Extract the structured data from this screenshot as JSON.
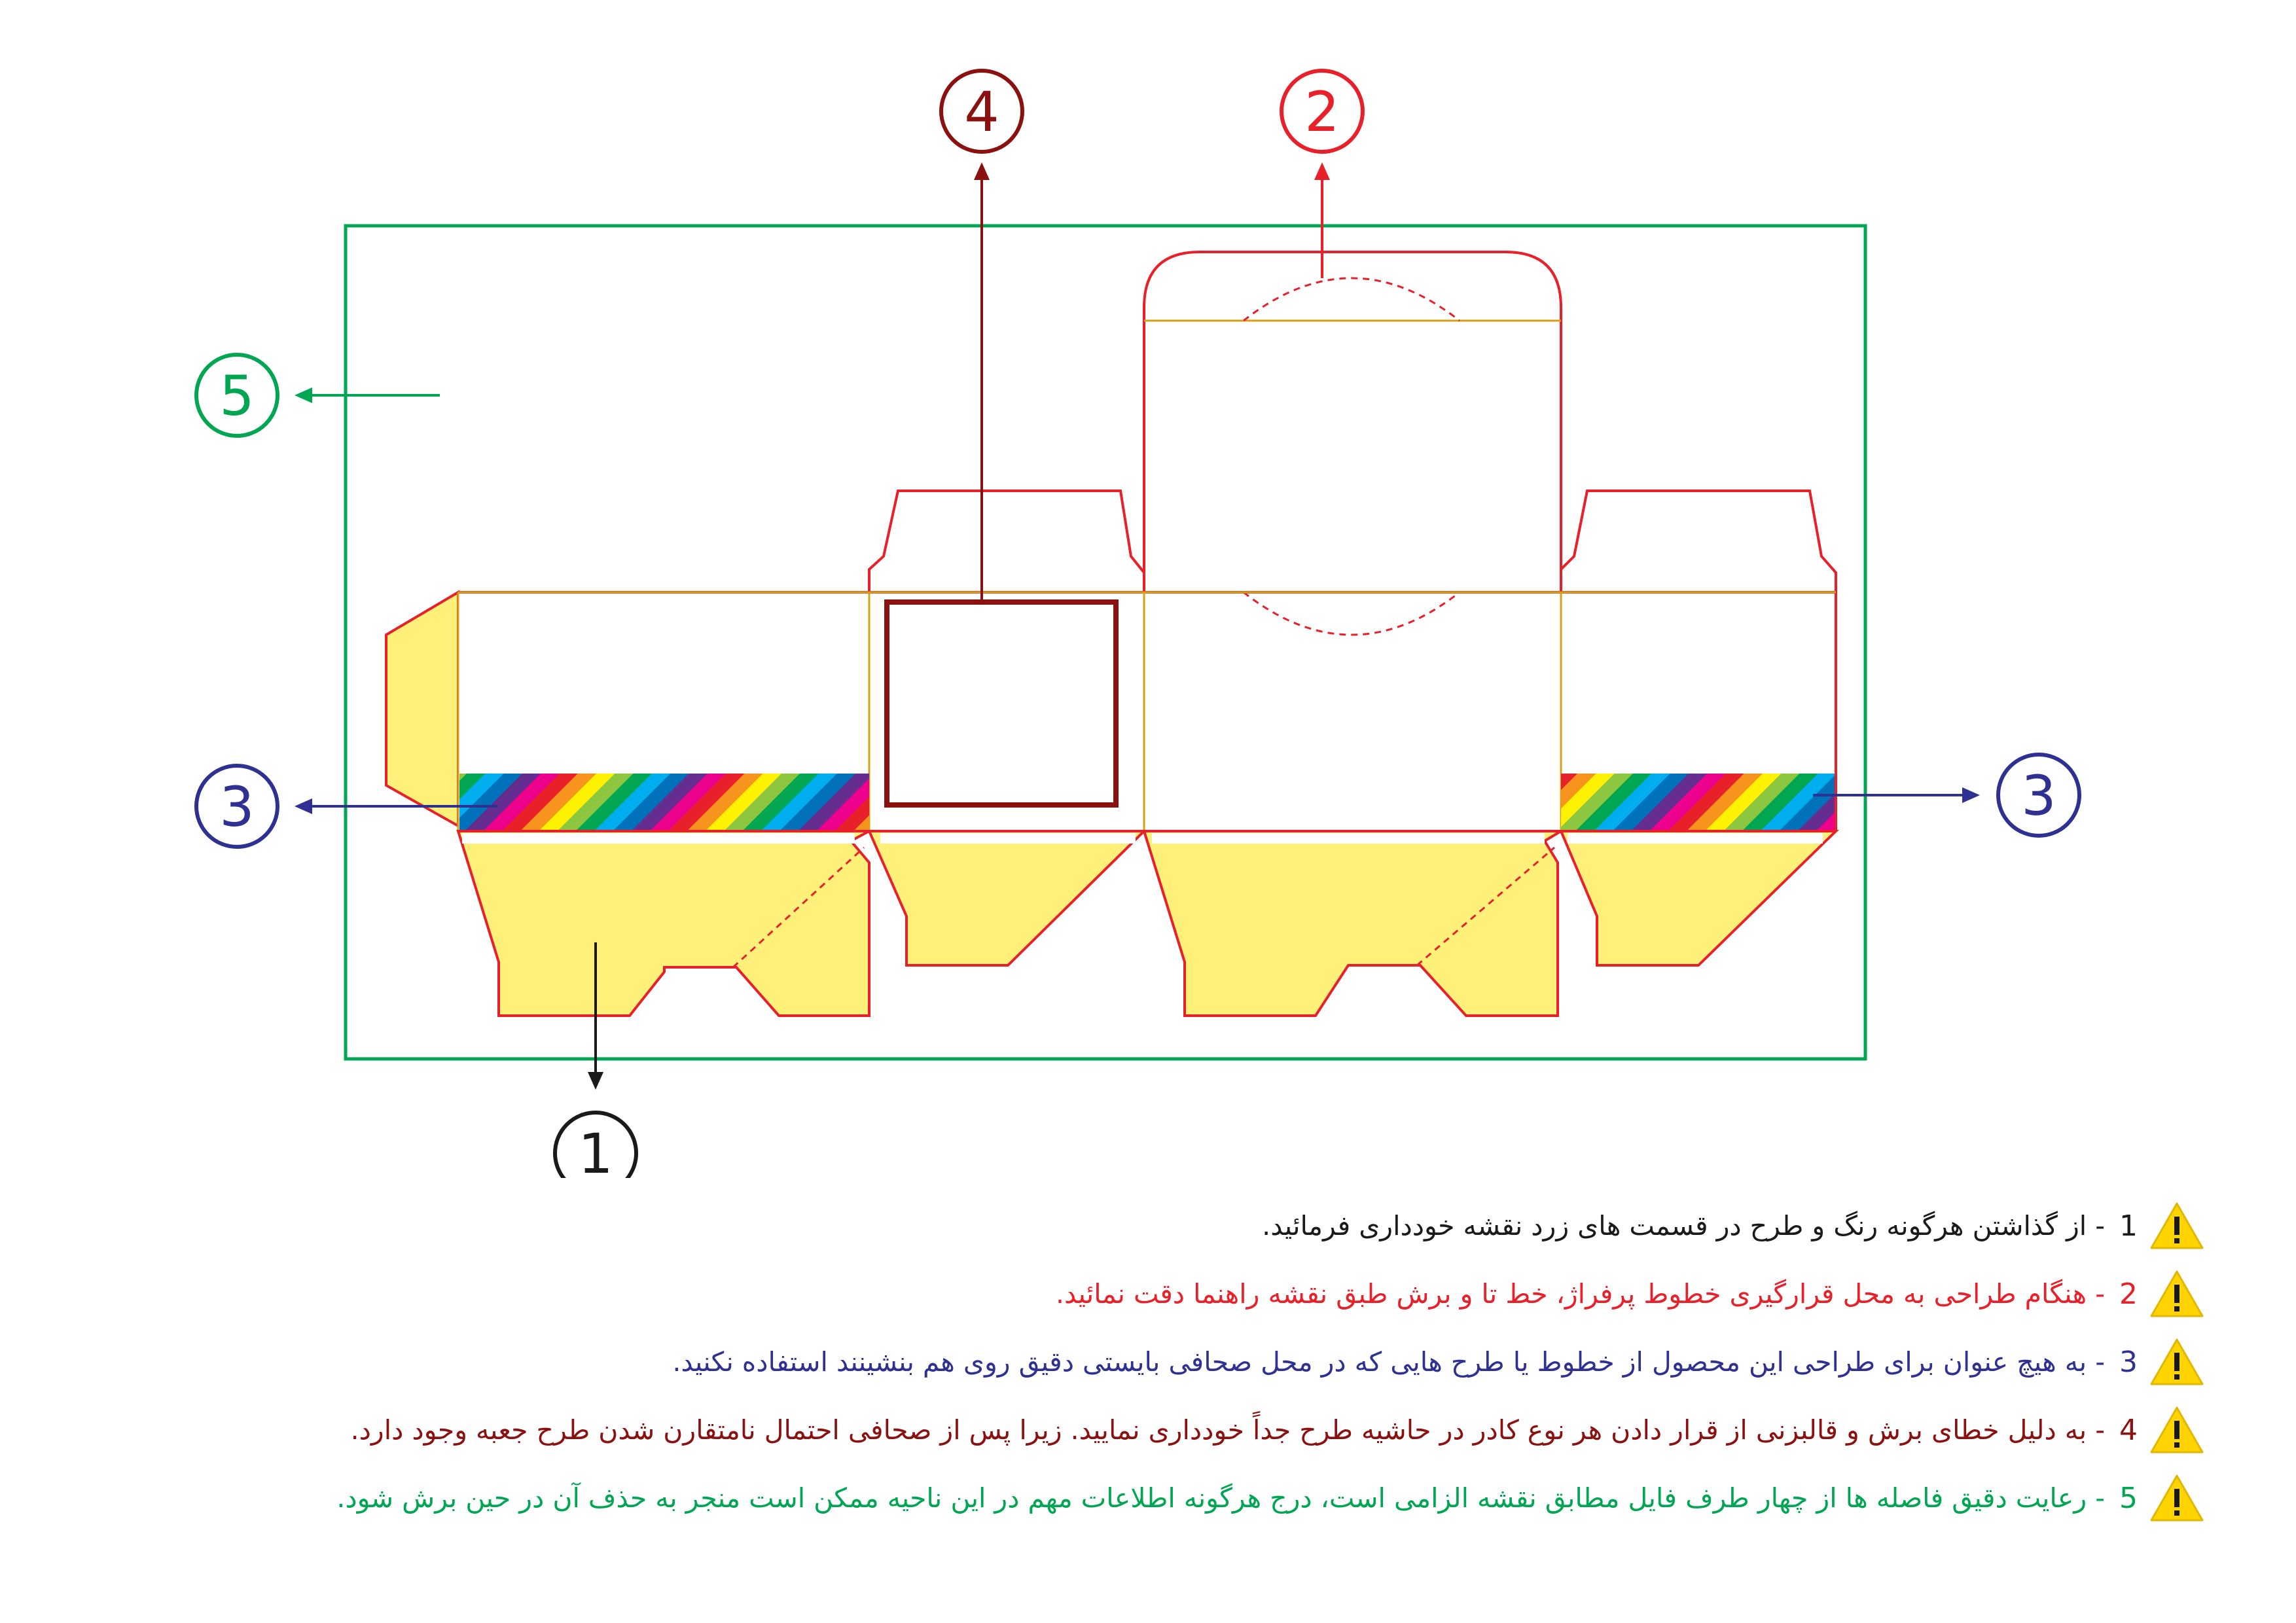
{
  "callouts": [
    {
      "label": "1",
      "color": "#1a1a1a"
    },
    {
      "label": "2",
      "color": "#e8202a"
    },
    {
      "label": "3",
      "color": "#2e3192"
    },
    {
      "label": "4",
      "color": "#8b1010"
    },
    {
      "label": "5",
      "color": "#00a651"
    }
  ],
  "notes": [
    {
      "num": "1",
      "text": "- از گذاشتن هرگونه رنگ و طرح در قسمت های زرد نقشه خودداری فرمائید.",
      "color": "#1a1a1a"
    },
    {
      "num": "2",
      "text": "- هنگام طراحی به محل قرارگیری خطوط پرفراژ، خط تا و برش طبق نقشه راهنما دقت نمائید.",
      "color": "#e8202a"
    },
    {
      "num": "3",
      "text": "- به هیچ عنوان برای طراحی این محصول از خطوط یا طرح هایی که در محل صحافی بایستی دقیق روی هم بنشینند استفاده نکنید.",
      "color": "#2e3192"
    },
    {
      "num": "4",
      "text": "- به دلیل خطای برش و قالبزنی از قرار دادن هر نوع کادر در حاشیه طرح جداً خودداری نمایید. زیرا پس از صحافی احتمال نامتقارن شدن طرح جعبه وجود دارد.",
      "color": "#8b1010"
    },
    {
      "num": "5",
      "text": "- رعایت دقیق فاصله ها از چهار طرف فایل مطابق نقشه الزامی است، درج هرگونه اطلاعات مهم در این ناحیه ممکن است منجر به حذف آن در حین برش شود.",
      "color": "#00a651"
    }
  ],
  "palette": {
    "cut_line": "#e8202a",
    "fold_line": "#d4a017",
    "glue_area": "#fff07a",
    "margin_frame": "#00a651",
    "bad_frame": "#8b1010",
    "warning_fill": "#ffd400",
    "stripes": [
      "#e8202a",
      "#f7941d",
      "#fff200",
      "#8dc63f",
      "#00a651",
      "#00aeef",
      "#0072bc",
      "#662d91",
      "#ec008c"
    ]
  },
  "icons": {
    "warning": "warning-triangle-icon",
    "arrow": "arrow-icon"
  }
}
